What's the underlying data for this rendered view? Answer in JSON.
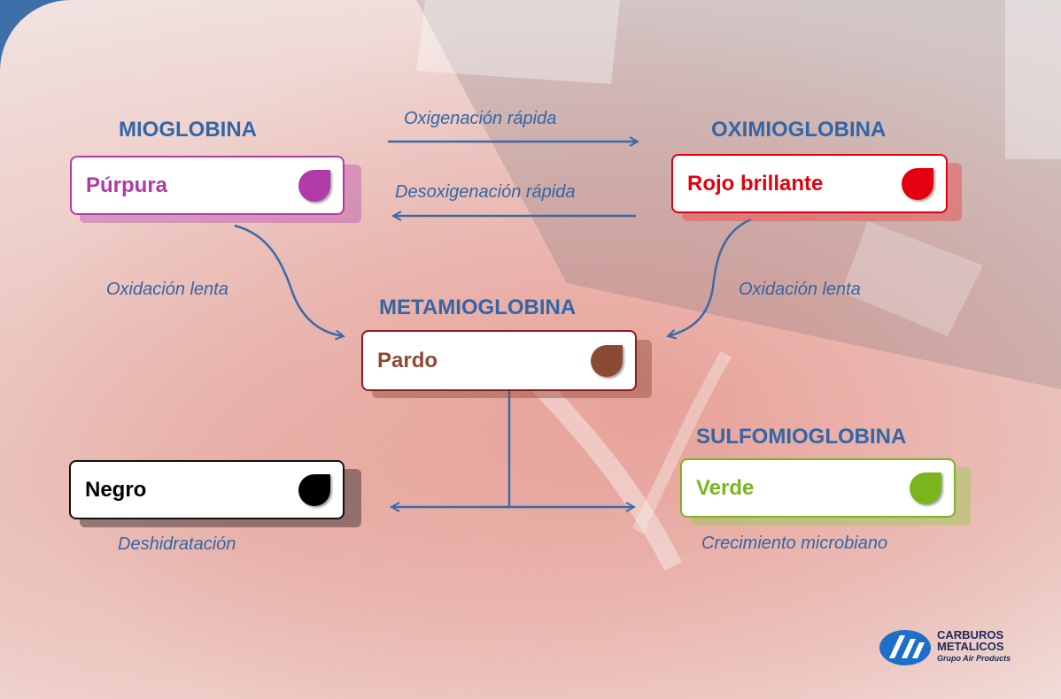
{
  "states": {
    "mioglobina": {
      "heading": "MIOGLOBINA",
      "color_label": "Púrpura",
      "color": "#b03aa8"
    },
    "oximioglobina": {
      "heading": "OXIMIOGLOBINA",
      "color_label": "Rojo brillante",
      "color": "#e3000f"
    },
    "metamioglobina": {
      "heading": "METAMIOGLOBINA",
      "color_label": "Pardo",
      "color": "#8b4a32"
    },
    "negro": {
      "color_label": "Negro",
      "color": "#000000"
    },
    "sulfomioglobina": {
      "heading": "SULFOMIOGLOBINA",
      "color_label": "Verde",
      "color": "#7ab51d"
    }
  },
  "transitions": {
    "oxygenation": "Oxigenación  rápida",
    "deoxygenation": "Desoxigenación rápida",
    "slow_oxidation_left": "Oxidación lenta",
    "slow_oxidation_right": "Oxidación lenta",
    "dehydration": "Deshidratación",
    "microbial_growth": "Crecimiento microbiano"
  },
  "logo": {
    "line1": "CARBUROS",
    "line2": "METALICOS",
    "tagline": "Grupo Air Products"
  },
  "colors": {
    "background_blue": "#3d6fa8",
    "text_blue": "#3466a6",
    "arrow_blue": "#3a6aa8"
  }
}
